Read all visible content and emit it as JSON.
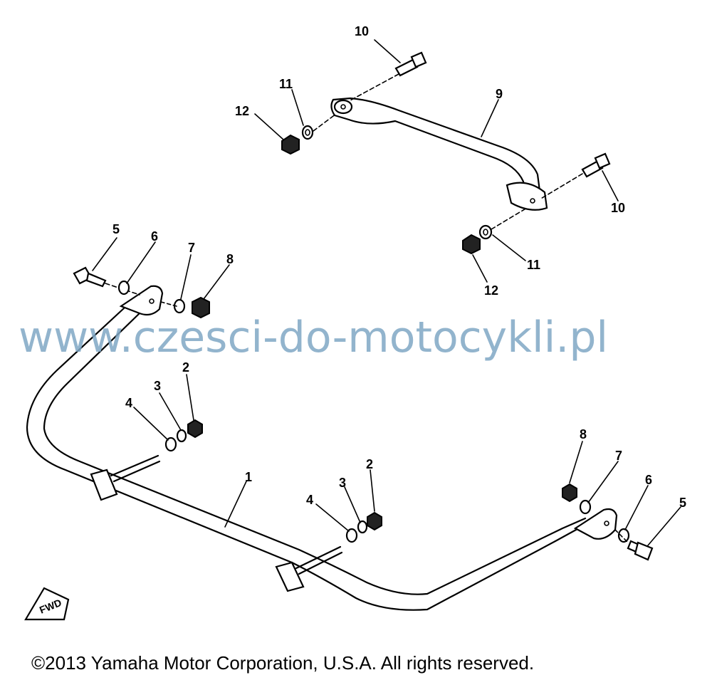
{
  "diagram": {
    "watermark": "www.czesci-do-motocykli.pl",
    "copyright": "©2013 Yamaha Motor Corporation, U.S.A. All rights reserved.",
    "direction_badge": "FWD",
    "callouts": {
      "c1": "1",
      "c2a": "2",
      "c2b": "2",
      "c3a": "3",
      "c3b": "3",
      "c4a": "4",
      "c4b": "4",
      "c5a": "5",
      "c5b": "5",
      "c6a": "6",
      "c6b": "6",
      "c7a": "7",
      "c7b": "7",
      "c8a": "8",
      "c8b": "8",
      "c9": "9",
      "c10a": "10",
      "c10b": "10",
      "c11a": "11",
      "c11b": "11",
      "c12a": "12",
      "c12b": "12"
    }
  }
}
